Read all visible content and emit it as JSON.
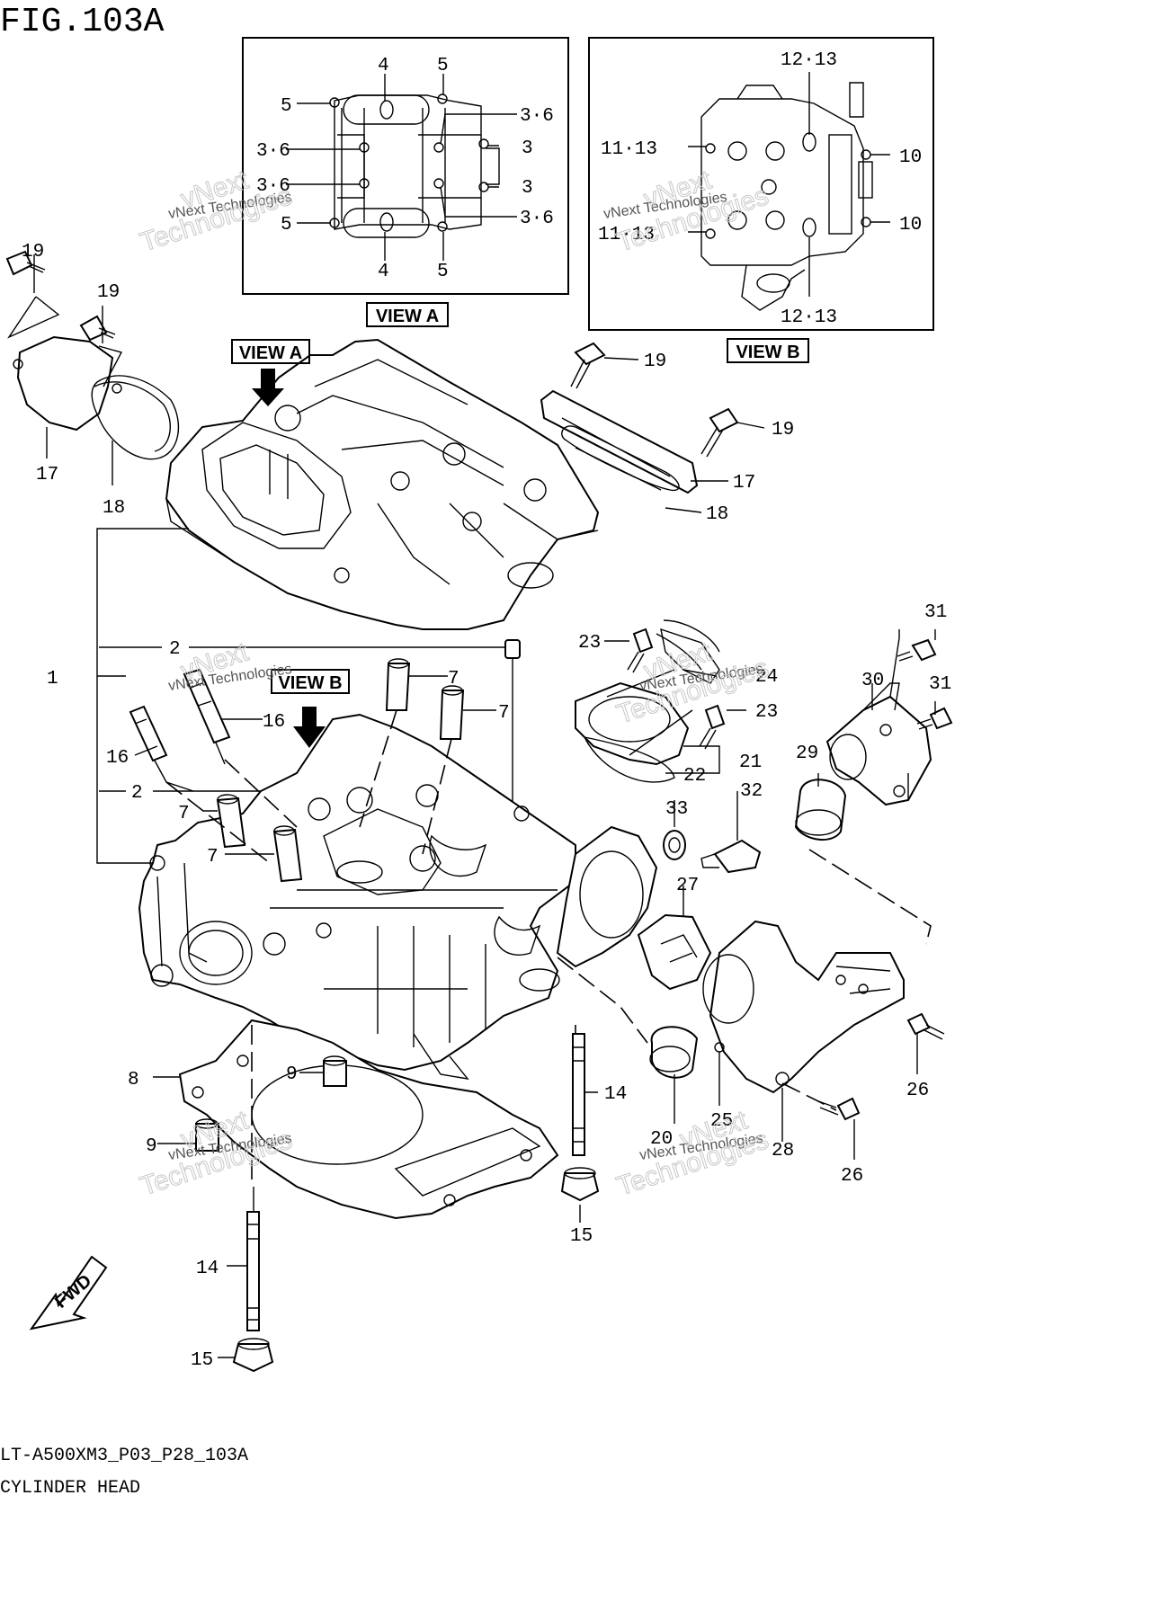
{
  "figure_title": "FIG.103A",
  "model_code": "LT-A500XM3_P03_P28_103A",
  "caption": "CYLINDER HEAD",
  "view_labels": {
    "view_a": "VIEW A",
    "view_b": "VIEW B"
  },
  "fwd_label": "FWD",
  "watermark": {
    "line1": "vNext Technologies",
    "line2": "vNext",
    "line3": "Technologies"
  },
  "view_a_callouts": {
    "c4_top": "4",
    "c5_top": "5",
    "c5_left": "5",
    "c36_r1": "3·6",
    "c36_l1": "3·6",
    "c3_r1": "3",
    "c36_l2": "3·6",
    "c3_r2": "3",
    "c5_left2": "5",
    "c36_r2": "3·6",
    "c4_bot": "4",
    "c5_bot": "5"
  },
  "view_b_callouts": {
    "c1213_top": "12·13",
    "c1113_a": "11·13",
    "c10_a": "10",
    "c1113_b": "11·13",
    "c10_b": "10",
    "c1213_bot": "12·13"
  },
  "main_callouts": {
    "c19_a": "19",
    "c19_b": "19",
    "c17_a": "17",
    "c18_a": "18",
    "c19_c": "19",
    "c19_d": "19",
    "c17_b": "17",
    "c18_b": "18",
    "c1": "1",
    "c2_a": "2",
    "c2_b": "2",
    "c7_a": "7",
    "c7_b": "7",
    "c7_c": "7",
    "c7_d": "7",
    "c16_a": "16",
    "c16_b": "16",
    "c23_a": "23",
    "c24": "24",
    "c23_b": "23",
    "c21": "21",
    "c22": "22",
    "c31_a": "31",
    "c30": "30",
    "c31_b": "31",
    "c29": "29",
    "c33": "33",
    "c32": "32",
    "c27": "27",
    "c8": "8",
    "c9_a": "9",
    "c9_b": "9",
    "c14_a": "14",
    "c14_b": "14",
    "c15_a": "15",
    "c15_b": "15",
    "c20": "20",
    "c25": "25",
    "c28": "28",
    "c26_a": "26",
    "c26_b": "26"
  }
}
